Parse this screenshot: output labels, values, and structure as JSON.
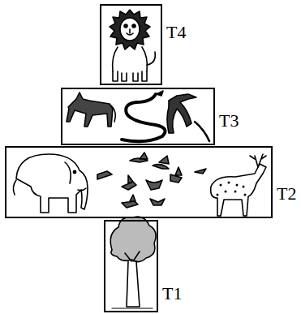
{
  "diagram": {
    "nodes": [
      {
        "text": [
          "T4"
        ]
      },
      {
        "text": [
          "T3"
        ]
      },
      {
        "text": [
          "T2"
        ]
      },
      {
        "text": [
          "T1"
        ]
      }
    ]
  }
}
